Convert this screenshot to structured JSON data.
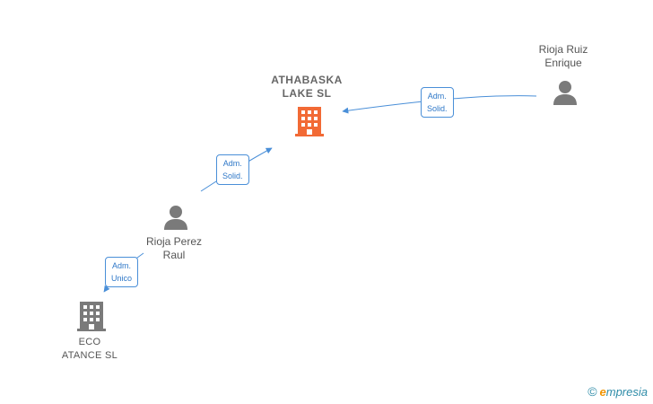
{
  "nodes": {
    "athabaska": {
      "line1": "ATHABASKA",
      "line2": "LAKE  SL",
      "type": "company",
      "role": "focus"
    },
    "rioja_ruiz": {
      "line1": "Rioja Ruiz",
      "line2": "Enrique",
      "type": "person"
    },
    "rioja_perez": {
      "line1": "Rioja Perez",
      "line2": "Raul",
      "type": "person"
    },
    "eco_atance": {
      "line1": "ECO",
      "line2": "ATANCE  SL",
      "type": "company"
    }
  },
  "edges": [
    {
      "from": "rioja_ruiz",
      "to": "athabaska",
      "line1": "Adm.",
      "line2": "Solid."
    },
    {
      "from": "rioja_perez",
      "to": "athabaska",
      "line1": "Adm.",
      "line2": "Solid."
    },
    {
      "from": "rioja_perez",
      "to": "eco_atance",
      "line1": "Adm.",
      "line2": "Unico"
    }
  ],
  "brand": {
    "copyright": "©",
    "name_first": "e",
    "name_rest": "mpresia"
  },
  "colors": {
    "edge": "#4a8fd8",
    "focus_company": "#f26a35",
    "company": "#7a7a7a",
    "person": "#7a7a7a",
    "brand": "#2f8ca8",
    "brand_accent": "#f29400"
  }
}
